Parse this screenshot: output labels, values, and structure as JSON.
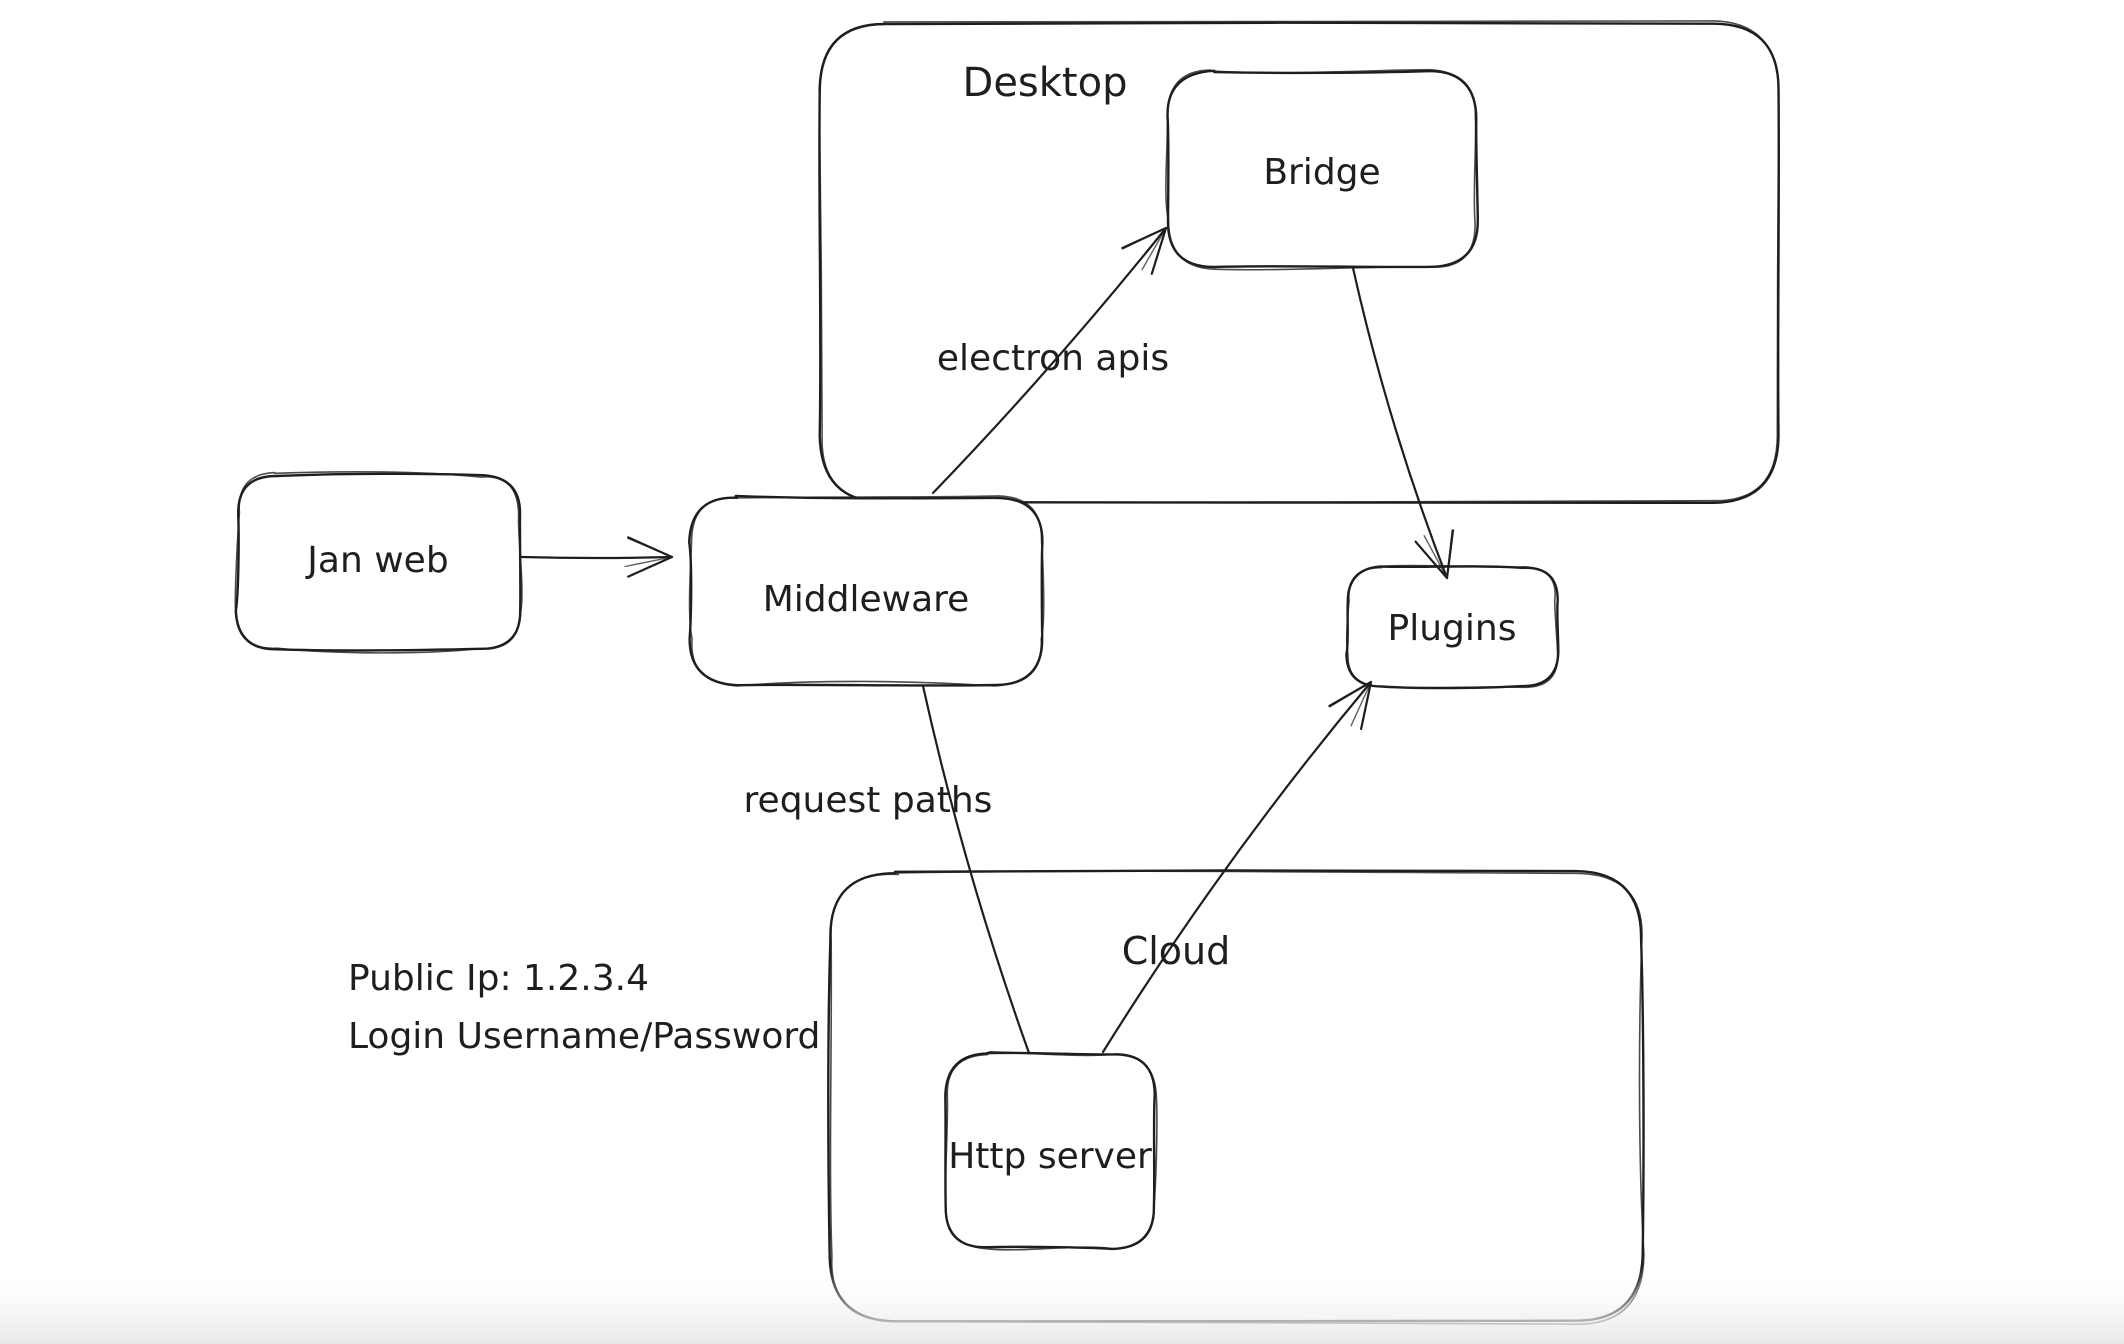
{
  "canvas": {
    "background": "#ffffff",
    "ink_color": "#1e1e1e",
    "bottom_fade_color": "#ececec"
  },
  "containers": {
    "desktop": {
      "label": "Desktop"
    },
    "cloud": {
      "label": "Cloud"
    }
  },
  "nodes": {
    "jan_web": {
      "label": "Jan web"
    },
    "middleware": {
      "label": "Middleware"
    },
    "bridge": {
      "label": "Bridge"
    },
    "plugins": {
      "label": "Plugins"
    },
    "http_server": {
      "label": "Http server"
    }
  },
  "edge_labels": {
    "electron_apis": "electron apis",
    "request_paths": "request paths"
  },
  "notes": {
    "line1": "Public Ip: 1.2.3.4",
    "line2": "Login Username/Password"
  },
  "edges": [
    {
      "name": "jan-web-to-middleware",
      "from": "jan_web",
      "to": "middleware",
      "arrowhead": true,
      "label": ""
    },
    {
      "name": "middleware-to-bridge",
      "from": "middleware",
      "to": "bridge",
      "arrowhead": true,
      "label": "electron apis"
    },
    {
      "name": "bridge-to-plugins",
      "from": "bridge",
      "to": "plugins",
      "arrowhead": true,
      "label": ""
    },
    {
      "name": "http-server-to-plugins",
      "from": "http_server",
      "to": "plugins",
      "arrowhead": true,
      "label": ""
    },
    {
      "name": "middleware-to-http-server",
      "from": "middleware",
      "to": "http_server",
      "arrowhead": false,
      "label": "request paths"
    }
  ]
}
